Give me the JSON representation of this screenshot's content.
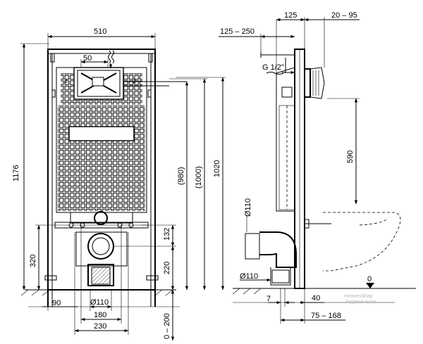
{
  "front": {
    "width_top": "510",
    "box_width": "50",
    "height_total": "1176",
    "height_980": "(980)",
    "height_1000": "(1000)",
    "height_1020": "1020",
    "height_132": "132",
    "height_220": "220",
    "height_320": "320",
    "foot_offset": "90",
    "pipe_dia": "Ø110",
    "spacing_180": "180",
    "spacing_230": "230",
    "adjust_range": "0 – 200"
  },
  "side": {
    "depth_125": "125",
    "depth_20_95": "20 – 95",
    "depth_125_250": "125 – 250",
    "thread": "G 1/2\"",
    "height_590": "590",
    "pipe_dia_upper": "Ø110",
    "pipe_dia_lower": "Ø110",
    "offset_7": "7",
    "offset_40": "40",
    "offset_75_168": "75 – 168",
    "floor_zero": "0"
  },
  "watermark": {
    "brand": "HeavenShop",
    "tagline": "hygiene room"
  }
}
